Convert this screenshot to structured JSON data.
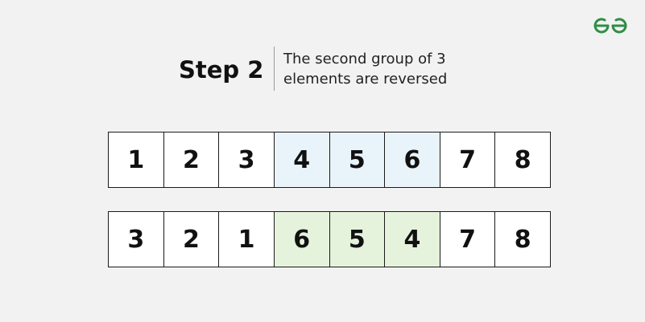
{
  "step": {
    "title": "Step 2",
    "description_lines": [
      "The second group of 3",
      "elements are reversed"
    ]
  },
  "colors": {
    "before_highlight": "#e9f3fa",
    "after_highlight": "#e6f3dc",
    "plain": "#ffffff",
    "logo": "#2f8d46"
  },
  "arrays": {
    "before": {
      "values": [
        "1",
        "2",
        "3",
        "4",
        "5",
        "6",
        "7",
        "8"
      ],
      "highlighted": [
        3,
        4,
        5
      ]
    },
    "after": {
      "values": [
        "3",
        "2",
        "1",
        "6",
        "5",
        "4",
        "7",
        "8"
      ],
      "highlighted": [
        3,
        4,
        5
      ]
    }
  },
  "logo": {
    "icon": "gfg-logo-icon"
  }
}
